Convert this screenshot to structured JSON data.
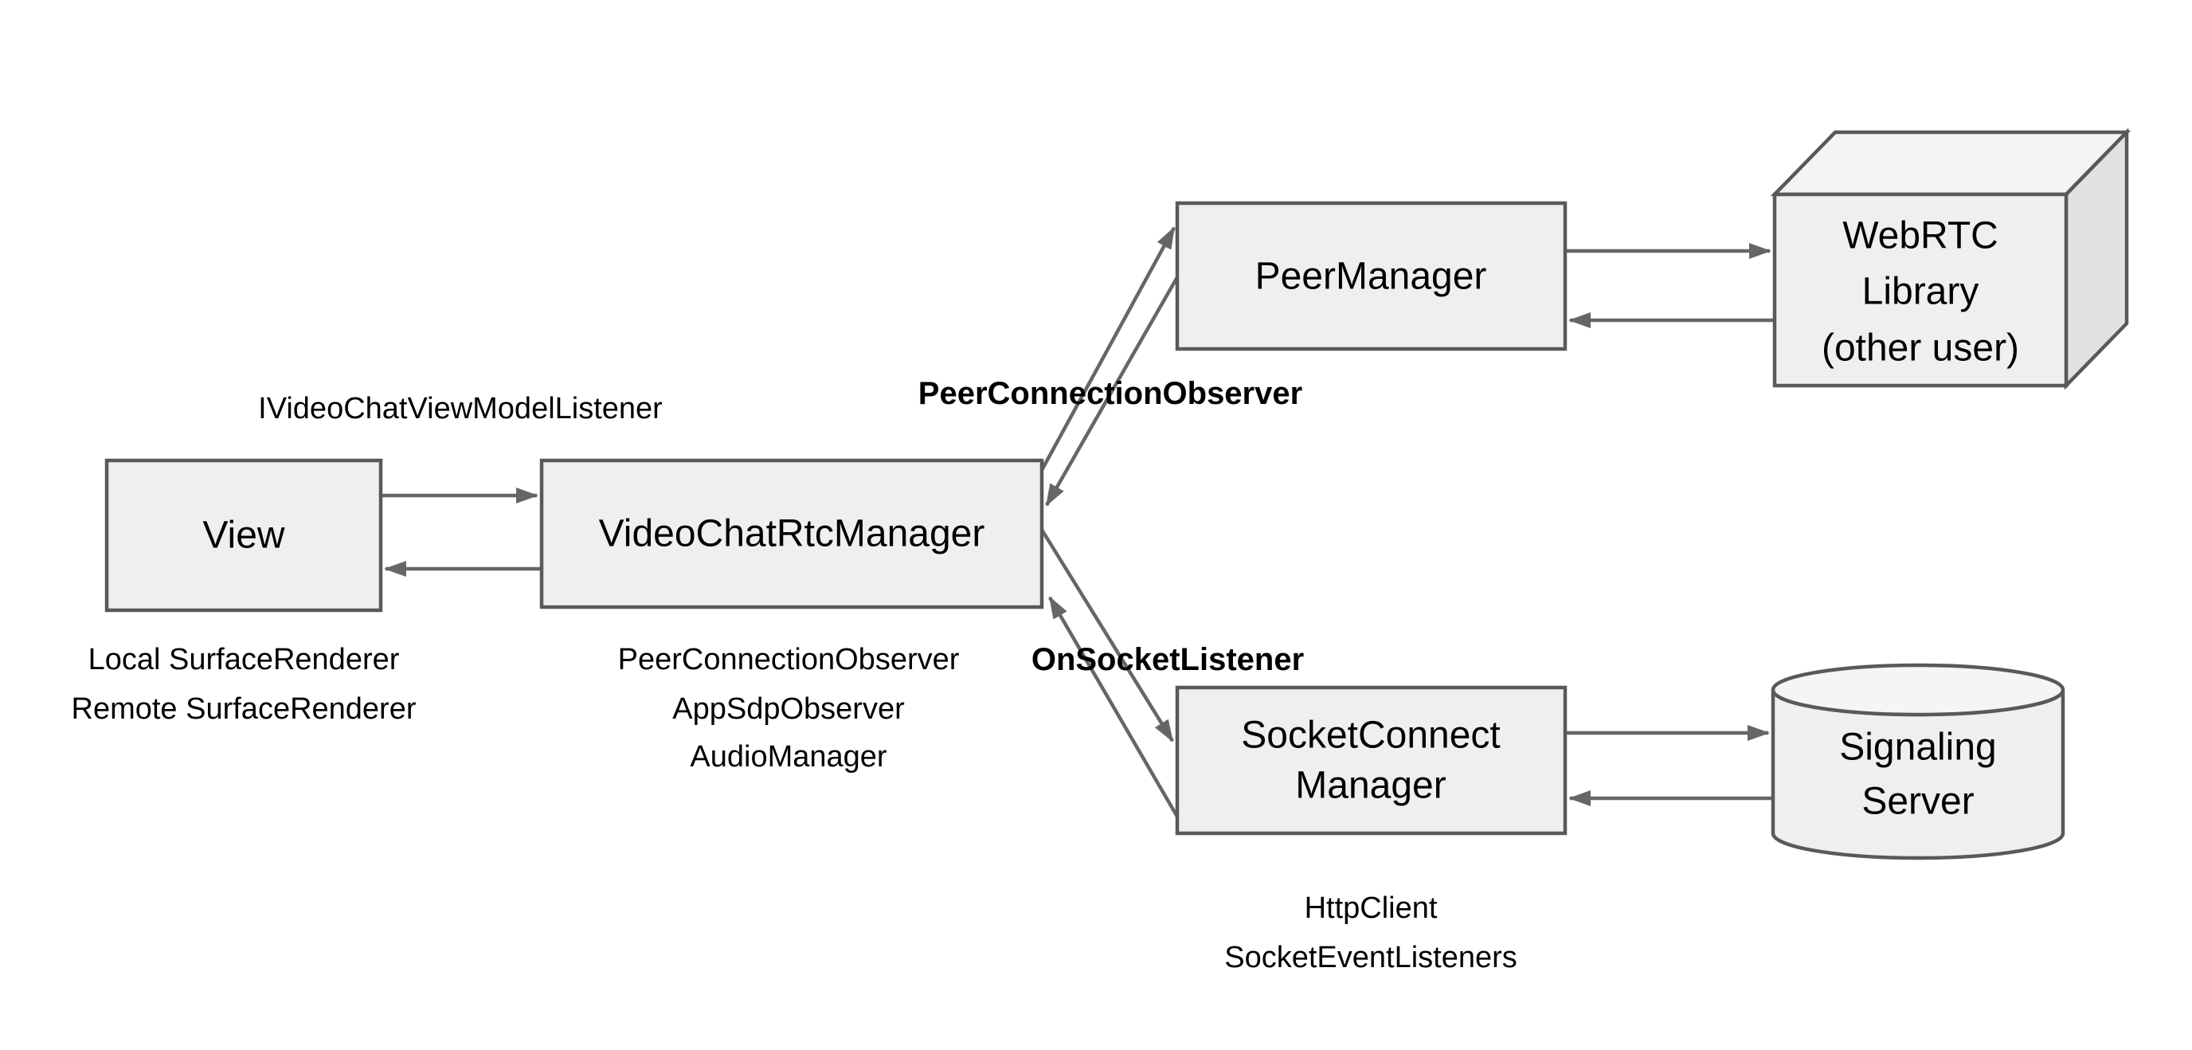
{
  "diagram": {
    "nodes": {
      "view": {
        "label": "View",
        "sub_line1": "Local SurfaceRenderer",
        "sub_line2": "Remote SurfaceRenderer"
      },
      "video_chat_rtc_manager": {
        "label": "VideoChatRtcManager",
        "sub_line1": "PeerConnectionObserver",
        "sub_line2": "AppSdpObserver",
        "sub_line3": "AudioManager"
      },
      "peer_manager": {
        "label": "PeerManager"
      },
      "socket_connect_manager": {
        "label_line1": "SocketConnect",
        "label_line2": "Manager",
        "sub_line1": "HttpClient",
        "sub_line2": "SocketEventListeners"
      },
      "webrtc_library": {
        "line1": "WebRTC",
        "line2": "Library",
        "line3": "(other user)"
      },
      "signaling_server": {
        "line1": "Signaling",
        "line2": "Server"
      }
    },
    "edge_labels": {
      "view_to_manager_interface": "IVideoChatViewModelListener",
      "peer_manager_interface": "PeerConnectionObserver",
      "socket_manager_interface": "OnSocketListener"
    },
    "colors": {
      "node_fill": "#efefef",
      "node_stroke": "#595959",
      "cube_top_fill": "#f4f4f4",
      "cube_side_fill": "#e2e2e2",
      "cylinder_top_fill": "#f5f5f5",
      "arrow": "#666666",
      "text": "#000000",
      "background": "#ffffff"
    }
  }
}
